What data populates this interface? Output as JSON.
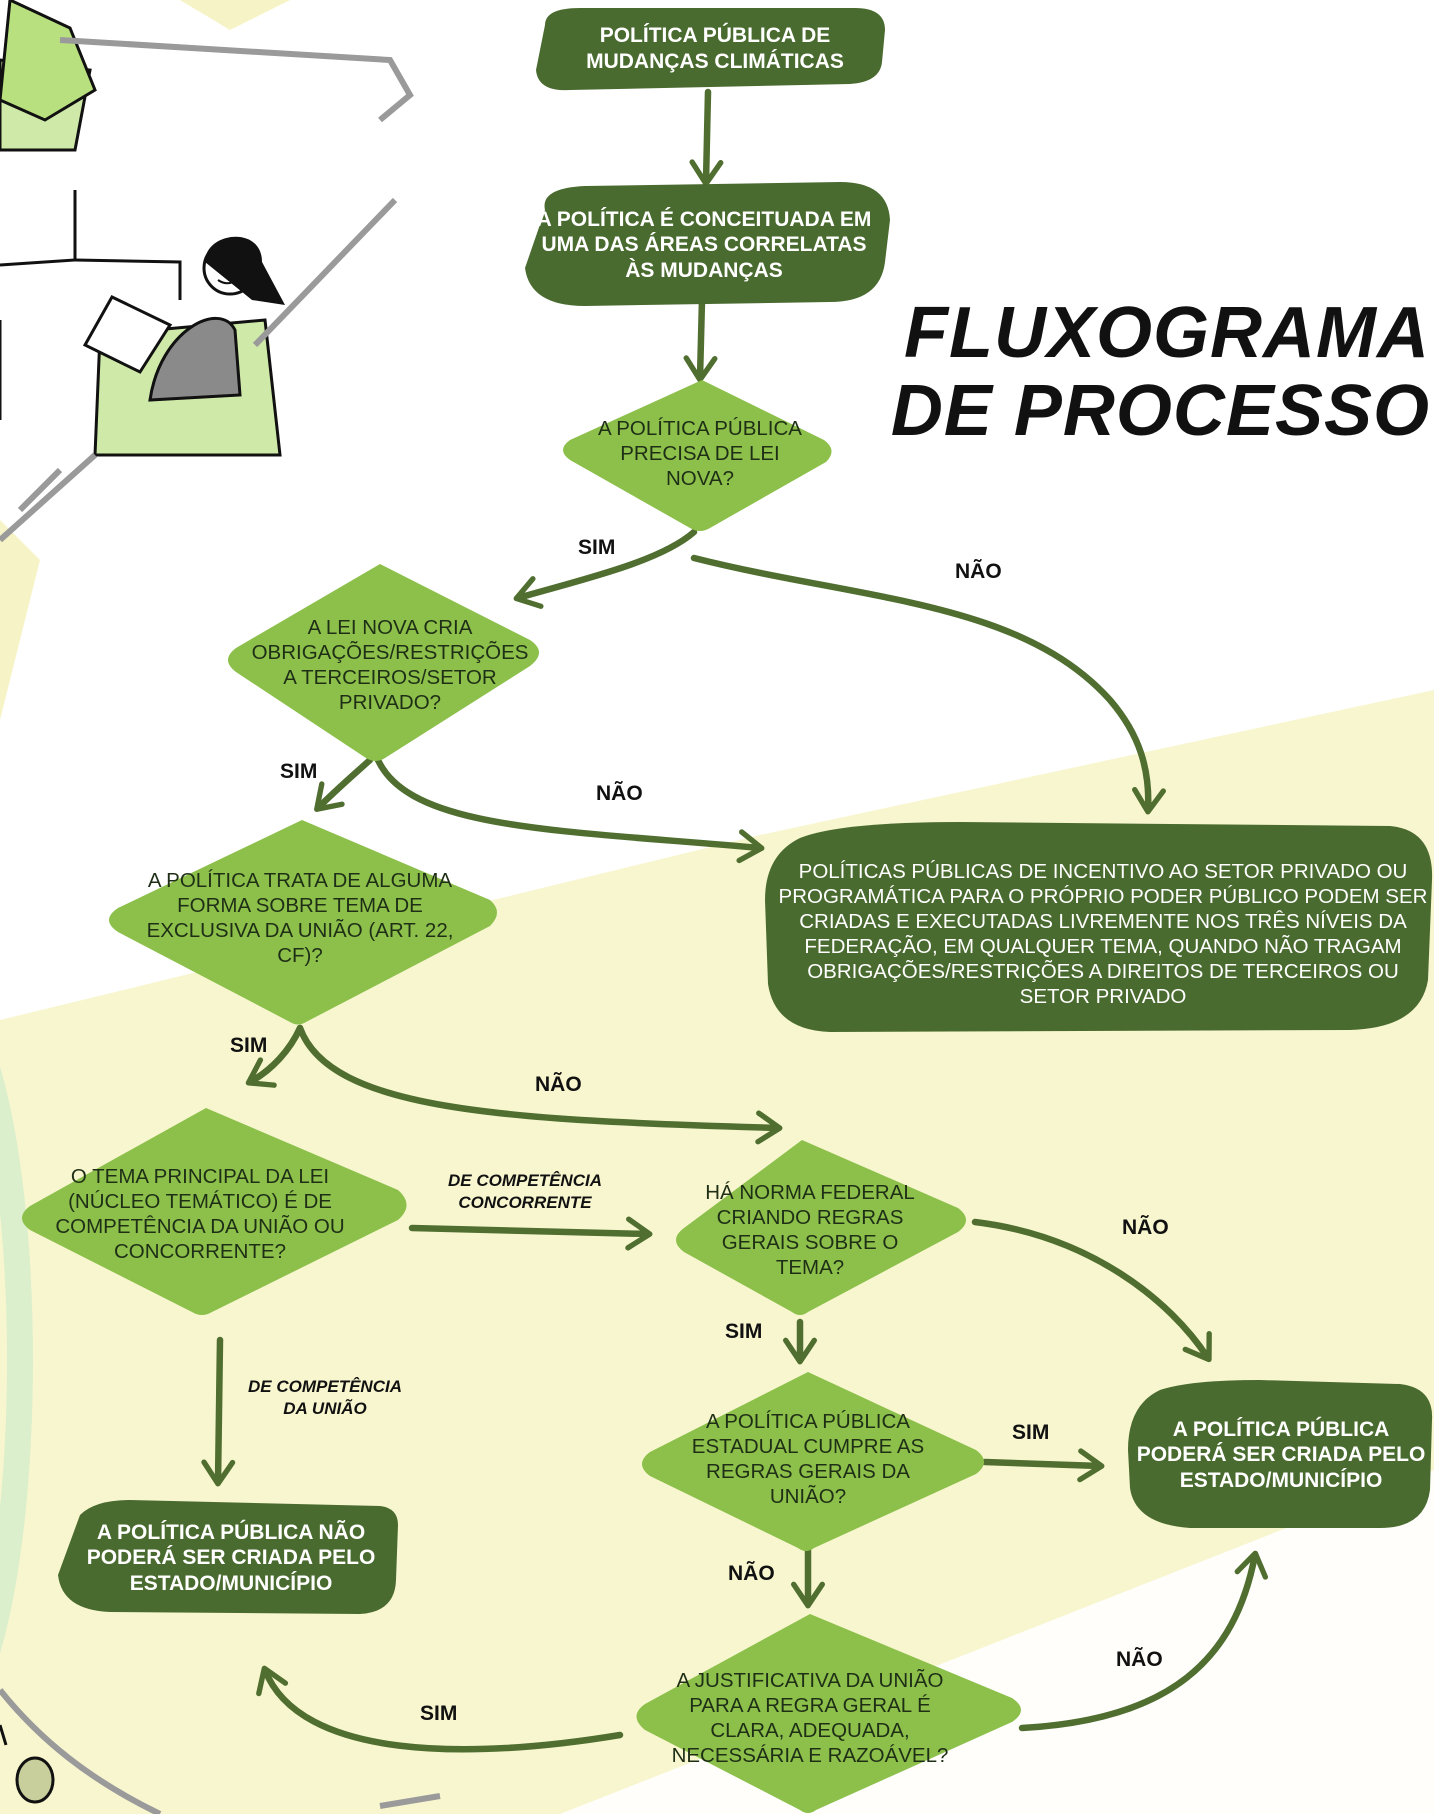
{
  "title": {
    "line1": "FLUXOGRAMA",
    "line2": "DE PROCESSO"
  },
  "nodes": {
    "start": "POLÍTICA PÚBLICA DE MUDANÇAS CLIMÁTICAS",
    "concept": "A POLÍTICA É CONCEITUADA EM UMA DAS ÁREAS CORRELATAS ÀS MUDANÇAS",
    "q_new_law": "A POLÍTICA PÚBLICA PRECISA DE LEI NOVA?",
    "q_obligations": "A LEI NOVA CRIA OBRIGAÇÕES/RESTRIÇÕES A TERCEIROS/SETOR PRIVADO?",
    "incentive_policies": "POLÍTICAS PÚBLICAS DE INCENTIVO AO SETOR PRIVADO OU PROGRAMÁTICA PARA O PRÓPRIO PODER PÚBLICO PODEM SER CRIADAS E EXECUTADAS LIVREMENTE NOS TRÊS NÍVEIS DA FEDERAÇÃO, EM QUALQUER TEMA, QUANDO NÃO TRAGAM OBRIGAÇÕES/RESTRIÇÕES A DIREITOS DE TERCEIROS OU SETOR PRIVADO",
    "q_exclusive_union": "A POLÍTICA TRATA DE ALGUMA FORMA SOBRE TEMA DE EXCLUSIVA DA UNIÃO (ART. 22, CF)?",
    "q_main_theme": "O TEMA PRINCIPAL DA LEI (NÚCLEO TEMÁTICO) É DE COMPETÊNCIA DA UNIÃO OU CONCORRENTE?",
    "q_federal_norm": "HÁ NORMA FEDERAL CRIANDO REGRAS GERAIS SOBRE O TEMA?",
    "q_state_complies": "A POLÍTICA PÚBLICA ESTADUAL CUMPRE AS REGRAS GERAIS DA UNIÃO?",
    "q_justification": "A JUSTIFICATIVA DA UNIÃO PARA A REGRA GERAL É CLARA, ADEQUADA, NECESSÁRIA E RAZOÁVEL?",
    "result_cannot": "A POLÍTICA PÚBLICA NÃO PODERÁ SER CRIADA PELO ESTADO/MUNICÍPIO",
    "result_can": "A POLÍTICA PÚBLICA PODERÁ SER CRIADA PELO ESTADO/MUNICÍPIO"
  },
  "edge_labels": {
    "sim": "SIM",
    "nao": "NÃO",
    "concorrente": "DE COMPETÊNCIA CONCORRENTE",
    "uniao": "DE COMPETÊNCIA DA UNIÃO"
  },
  "colors": {
    "dark_green": "#4a6b2f",
    "light_green": "#8cc04b",
    "arrow_green": "#4f6e30",
    "pale_yellow": "#f8f6cf",
    "pale_green": "#d9eec0",
    "ink": "#111111"
  },
  "icons": [
    "person-with-document-illustration",
    "person-at-desk-illustration"
  ]
}
